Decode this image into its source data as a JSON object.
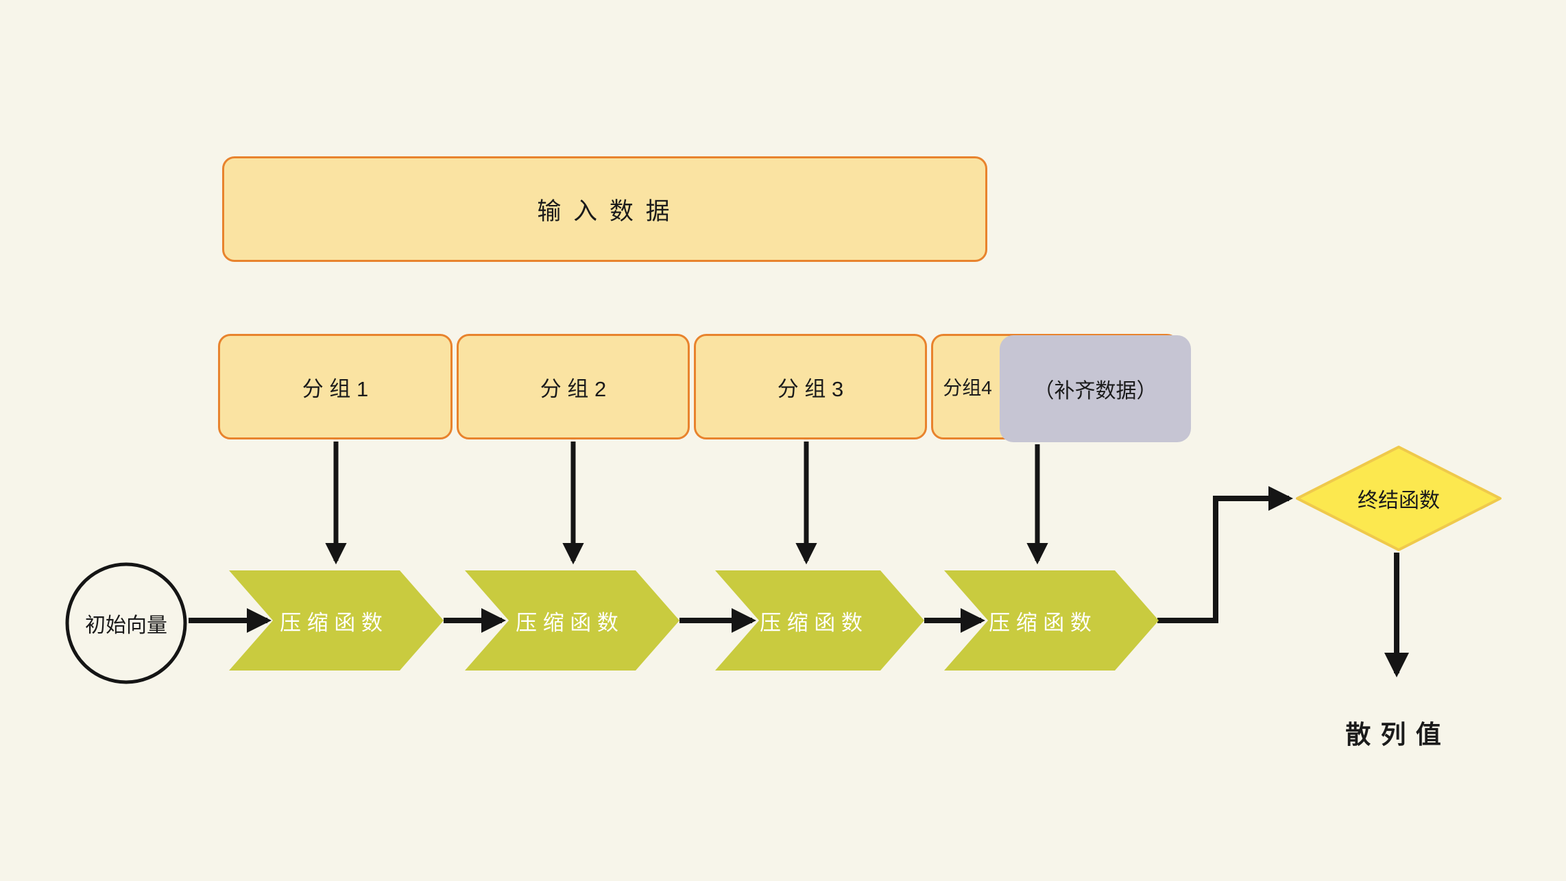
{
  "diagram": {
    "title": "hash-function-flow",
    "input_box": {
      "label": "输 入 数 据"
    },
    "groups": [
      {
        "label": "分 组 1"
      },
      {
        "label": "分 组 2"
      },
      {
        "label": "分 组 3"
      },
      {
        "label": "分组4"
      }
    ],
    "padding_box": {
      "label": "（补齐数据）"
    },
    "iv_circle": {
      "label": "初始向量"
    },
    "compress_steps": [
      {
        "label": "压 缩 函 数"
      },
      {
        "label": "压 缩 函 数"
      },
      {
        "label": "压 缩 函 数"
      },
      {
        "label": "压 缩 函 数"
      }
    ],
    "final_diamond": {
      "label": "终结函数"
    },
    "output": {
      "label": "散 列 值"
    }
  },
  "colors": {
    "background": "#F7F5EA",
    "box_fill": "#FAE3A2",
    "box_border": "#E8832D",
    "padding_fill": "#C6C5D3",
    "chevron_fill": "#C9CB3F",
    "chevron_text": "#FFFFFF",
    "diamond_fill": "#FCE84F",
    "diamond_border": "#EFC94C",
    "line_color": "#151515",
    "text_color": "#1B1B1B"
  }
}
